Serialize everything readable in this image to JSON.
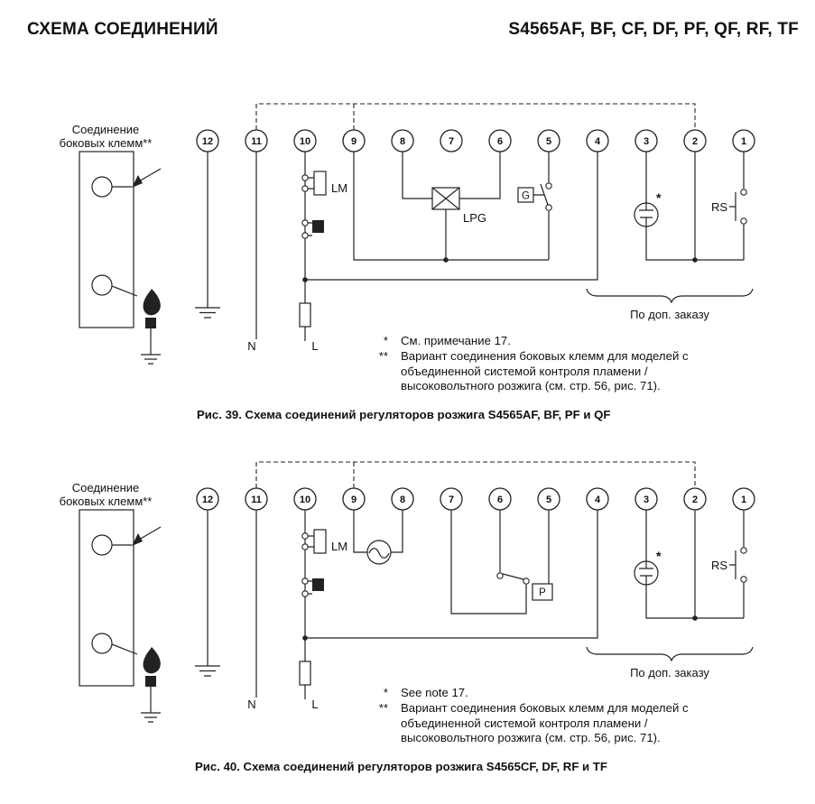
{
  "header": {
    "title": "СХЕМА СОЕДИНЕНИЙ",
    "models": "S4565AF, BF, CF, DF, PF, QF, RF, TF"
  },
  "shared": {
    "side_label_line1": "Соединение",
    "side_label_line2": "боковых клемм**",
    "optional_label": "По доп. заказу",
    "labels": {
      "lm": "LM",
      "lpg": "LPG",
      "g": "G",
      "rs": "RS",
      "p": "P",
      "n": "N",
      "l": "L",
      "asterisk": "*"
    }
  },
  "figure1": {
    "terminals": [
      "12",
      "11",
      "10",
      "9",
      "8",
      "7",
      "6",
      "5",
      "4",
      "3",
      "2",
      "1"
    ],
    "notes": [
      {
        "marker": "*",
        "text": "См. примечание 17."
      },
      {
        "marker": "**",
        "text": "Вариант соединения боковых клемм для моделей с объединенной системой контроля пламени / высоковольтного розжига (см. стр. 56, рис. 71)."
      }
    ],
    "caption": "Рис. 39. Схема соединений регуляторов розжига S4565AF, BF, PF и QF"
  },
  "figure2": {
    "terminals": [
      "12",
      "11",
      "10",
      "9",
      "8",
      "7",
      "6",
      "5",
      "4",
      "3",
      "2",
      "1"
    ],
    "notes": [
      {
        "marker": "*",
        "text": "See note 17."
      },
      {
        "marker": "**",
        "text": "Вариант соединения боковых клемм для моделей с объединенной системой контроля пламени / высоковольтного розжига (см. стр. 56, рис. 71)."
      }
    ],
    "caption": "Рис. 40. Схема соединений регуляторов розжига S4565CF, DF, RF и TF"
  }
}
